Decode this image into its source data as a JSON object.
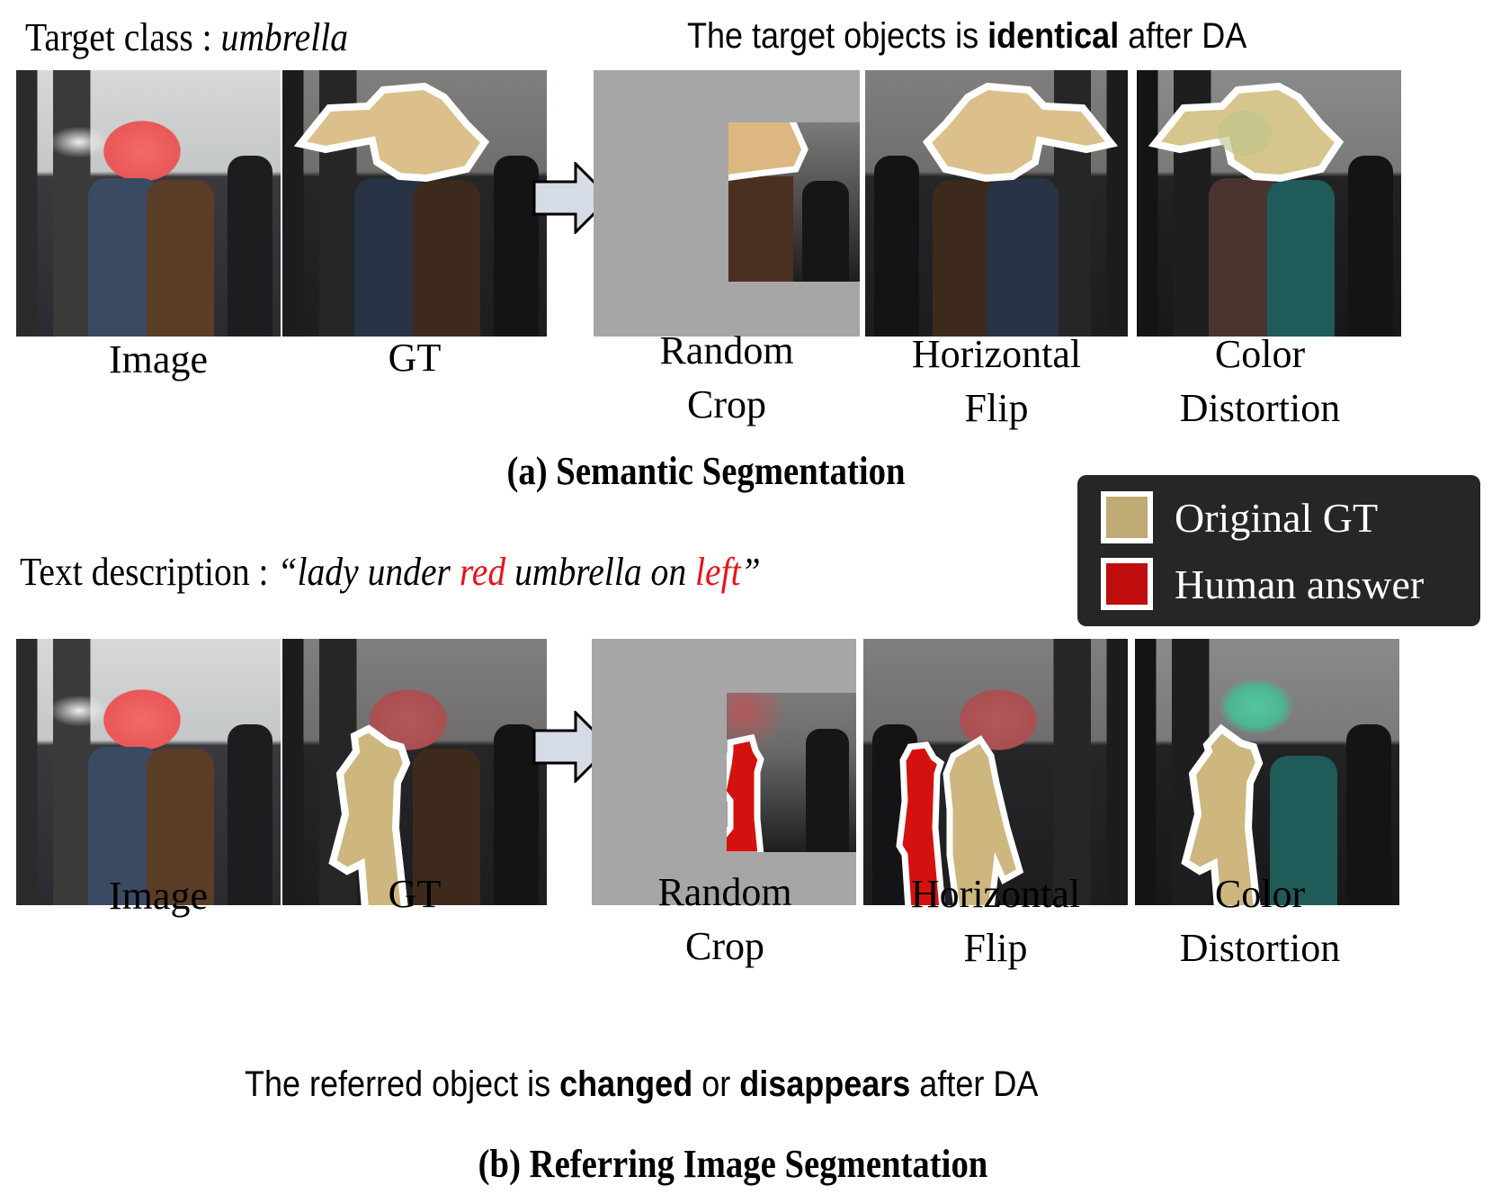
{
  "figure": {
    "section_a": {
      "header_prefix": "Target class : ",
      "header_value": "umbrella",
      "note_prefix": "The target objects is ",
      "note_bold": "identical",
      "note_suffix": " after DA",
      "caption": "(a) Semantic Segmentation",
      "panels": [
        {
          "label": "Image"
        },
        {
          "label": "GT"
        },
        {
          "label_line1": "Random",
          "label_line2": "Crop"
        },
        {
          "label_line1": "Horizontal",
          "label_line2": "Flip"
        },
        {
          "label_line1": "Color",
          "label_line2": "Distortion"
        }
      ]
    },
    "section_b": {
      "header_prefix": "Text description : ",
      "quote_open": "“",
      "desc_part1": "lady under ",
      "desc_red1": "red",
      "desc_part2": " umbrella on ",
      "desc_red2": "left",
      "quote_close": "”",
      "note_prefix": "The referred object is ",
      "note_bold1": "changed",
      "note_mid": " or ",
      "note_bold2": "disappears",
      "note_suffix": " after DA",
      "caption": "(b) Referring Image Segmentation",
      "panels": [
        {
          "label": "Image"
        },
        {
          "label": "GT"
        },
        {
          "label_line1": "Random",
          "label_line2": "Crop"
        },
        {
          "label_line1": "Horizontal",
          "label_line2": "Flip"
        },
        {
          "label_line1": "Color",
          "label_line2": "Distortion"
        }
      ]
    },
    "legend": {
      "items": [
        {
          "label": "Original GT",
          "color": "#bfaa73"
        },
        {
          "label": "Human answer",
          "color": "#c00d0d"
        }
      ]
    },
    "colors": {
      "gt_mask": "#d8c38a",
      "human_mask": "#d4110f",
      "crop_padding": "#a6a6a6",
      "arrow_fill": "#d6dce5",
      "highlight_red": "#e8141a"
    }
  }
}
